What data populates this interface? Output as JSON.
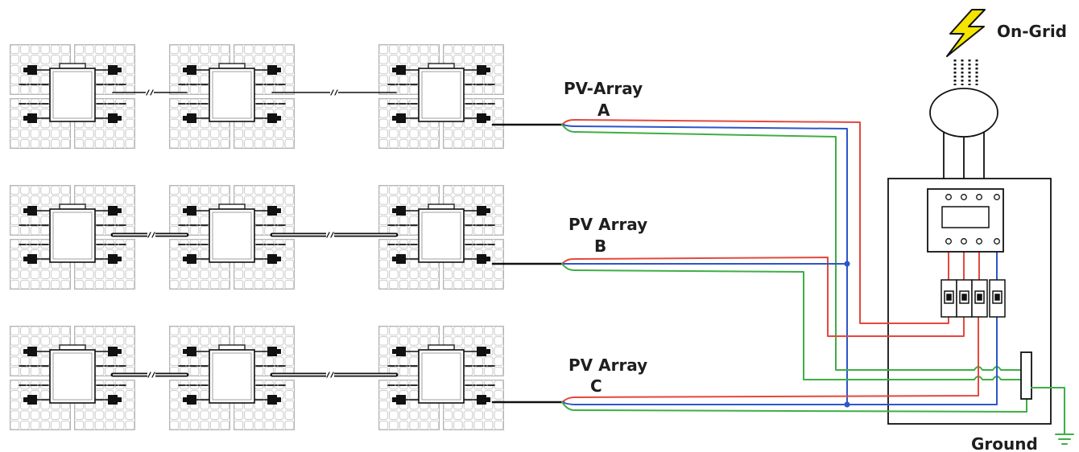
{
  "grid": {
    "label": "On-Grid",
    "icon": "lightning-bolt-icon"
  },
  "arrays": [
    {
      "label": "PV-Array",
      "letter": "A"
    },
    {
      "label": "PV Array",
      "letter": "B"
    },
    {
      "label": "PV Array",
      "letter": "C"
    }
  ],
  "ground": {
    "label": "Ground",
    "icon": "ground-symbol-icon"
  },
  "colors": {
    "red_wire": "#e5483d",
    "blue_wire": "#2f55c9",
    "green_wire": "#3fae45",
    "bolt": "#f4e400",
    "panel_cell": "#c4c4c4"
  }
}
